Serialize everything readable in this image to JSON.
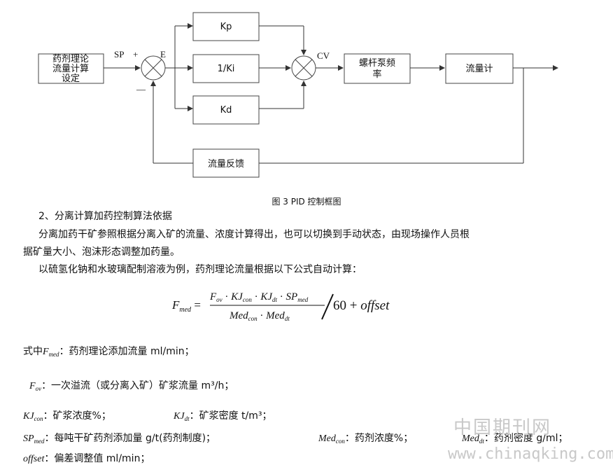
{
  "diagram": {
    "blocks": {
      "setpoint": [
        "药剂理论",
        "流量计算",
        "设定"
      ],
      "kp": "Kp",
      "ki": "1/Ki",
      "kd": "Kd",
      "pump": [
        "螺杆泵频",
        "率"
      ],
      "meter": "流量计",
      "feedback": "流量反馈"
    },
    "labels": {
      "sp": "SP",
      "plus": "+",
      "e": "E",
      "cv": "CV",
      "minus": "—"
    }
  },
  "caption": "图 3   PID 控制框图",
  "section_heading": "2、分离计算加药控制算法依据",
  "para1_line1": "分离加药干矿参照根据分离入矿的流量、浓度计算得出，也可以切换到手动状态，由现场操作人员根",
  "para1_line2": "据矿量大小、泡沫形态调整加药量。",
  "para2": "以硫氢化钠和水玻璃配制溶液为例，药剂理论流量根据以下公式自动计算：",
  "formula": {
    "lhs": "F",
    "lhs_sub": "med",
    "numerator": "F_ov · KJ_con · KJ_dt · SP_med",
    "denominator": "Med_con · Med_dt",
    "tail": "60 + offset"
  },
  "definitions": {
    "intro": "式中",
    "fmed": "：药剂理论添加流量 ml/min；",
    "fov": "：一次溢流（或分离入矿）矿浆流量 m³/h；",
    "kjcon": "：矿浆浓度%；",
    "kjdt": "：矿浆密度 t/m³；",
    "spmed": "：每吨干矿药剂添加量 g/t(药剂制度)；",
    "medcon": "：药剂浓度%；",
    "meddt": "：药剂密度 g/ml；",
    "offset": "：偏差调整值 ml/min；"
  },
  "watermark": {
    "cn": "中国期刊网",
    "url": "www.chinaqking.com"
  }
}
